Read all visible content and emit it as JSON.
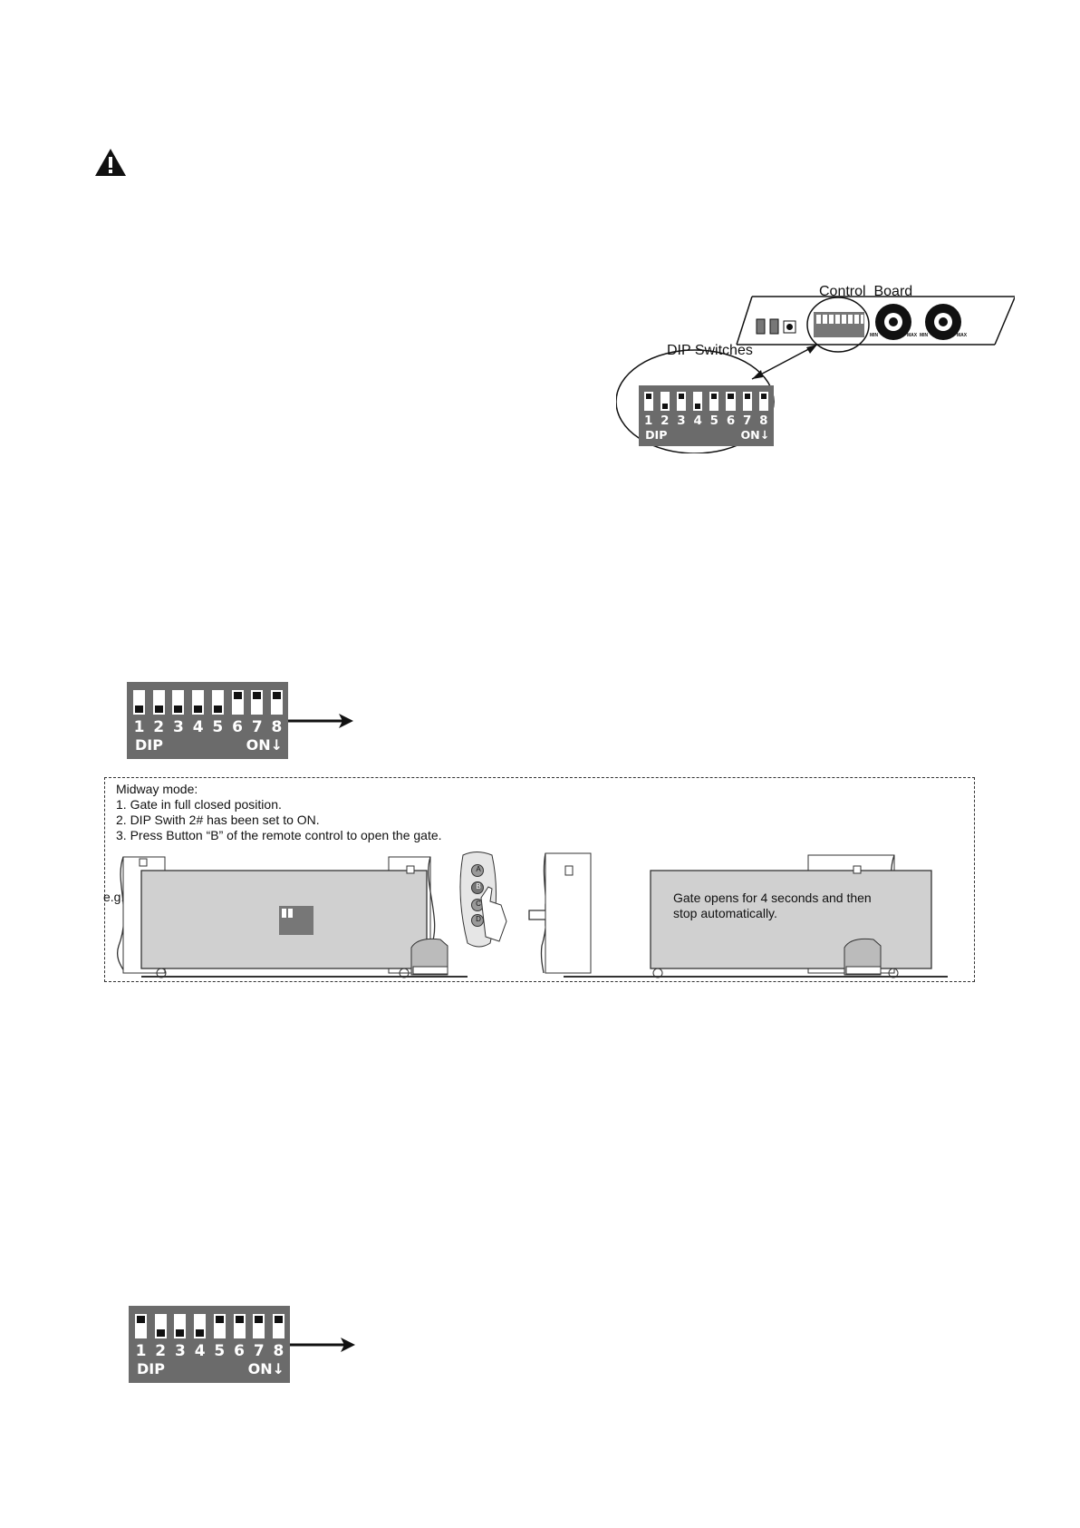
{
  "control_board": {
    "title": "Control  Board",
    "dip_label": "DIP Switches",
    "knob_min": "MIN",
    "knob_max": "MAX"
  },
  "dip_common": {
    "numbers": [
      "1",
      "2",
      "3",
      "4",
      "5",
      "6",
      "7",
      "8"
    ],
    "dip_text": "DIP",
    "on_text": "ON↓"
  },
  "dip_main": {
    "states": [
      "up",
      "down",
      "up",
      "down",
      "up",
      "up",
      "up",
      "up"
    ]
  },
  "dip_mode1": {
    "states": [
      "down",
      "down",
      "down",
      "down",
      "down",
      "up",
      "up",
      "up"
    ]
  },
  "dip_mode2": {
    "states": [
      "up",
      "down",
      "down",
      "down",
      "up",
      "up",
      "up",
      "up"
    ]
  },
  "midway": {
    "title": "Midway mode:",
    "steps": [
      "1. Gate in full closed position.",
      "2. DIP Swith 2# has been set to ON.",
      "3. Press Button “B” of the remote control to open the gate."
    ],
    "eg": "e.g.",
    "result_line1": "Gate opens for 4 seconds and then",
    "result_line2": "stop automatically.",
    "remote_buttons": [
      "A",
      "B",
      "C",
      "D"
    ]
  }
}
